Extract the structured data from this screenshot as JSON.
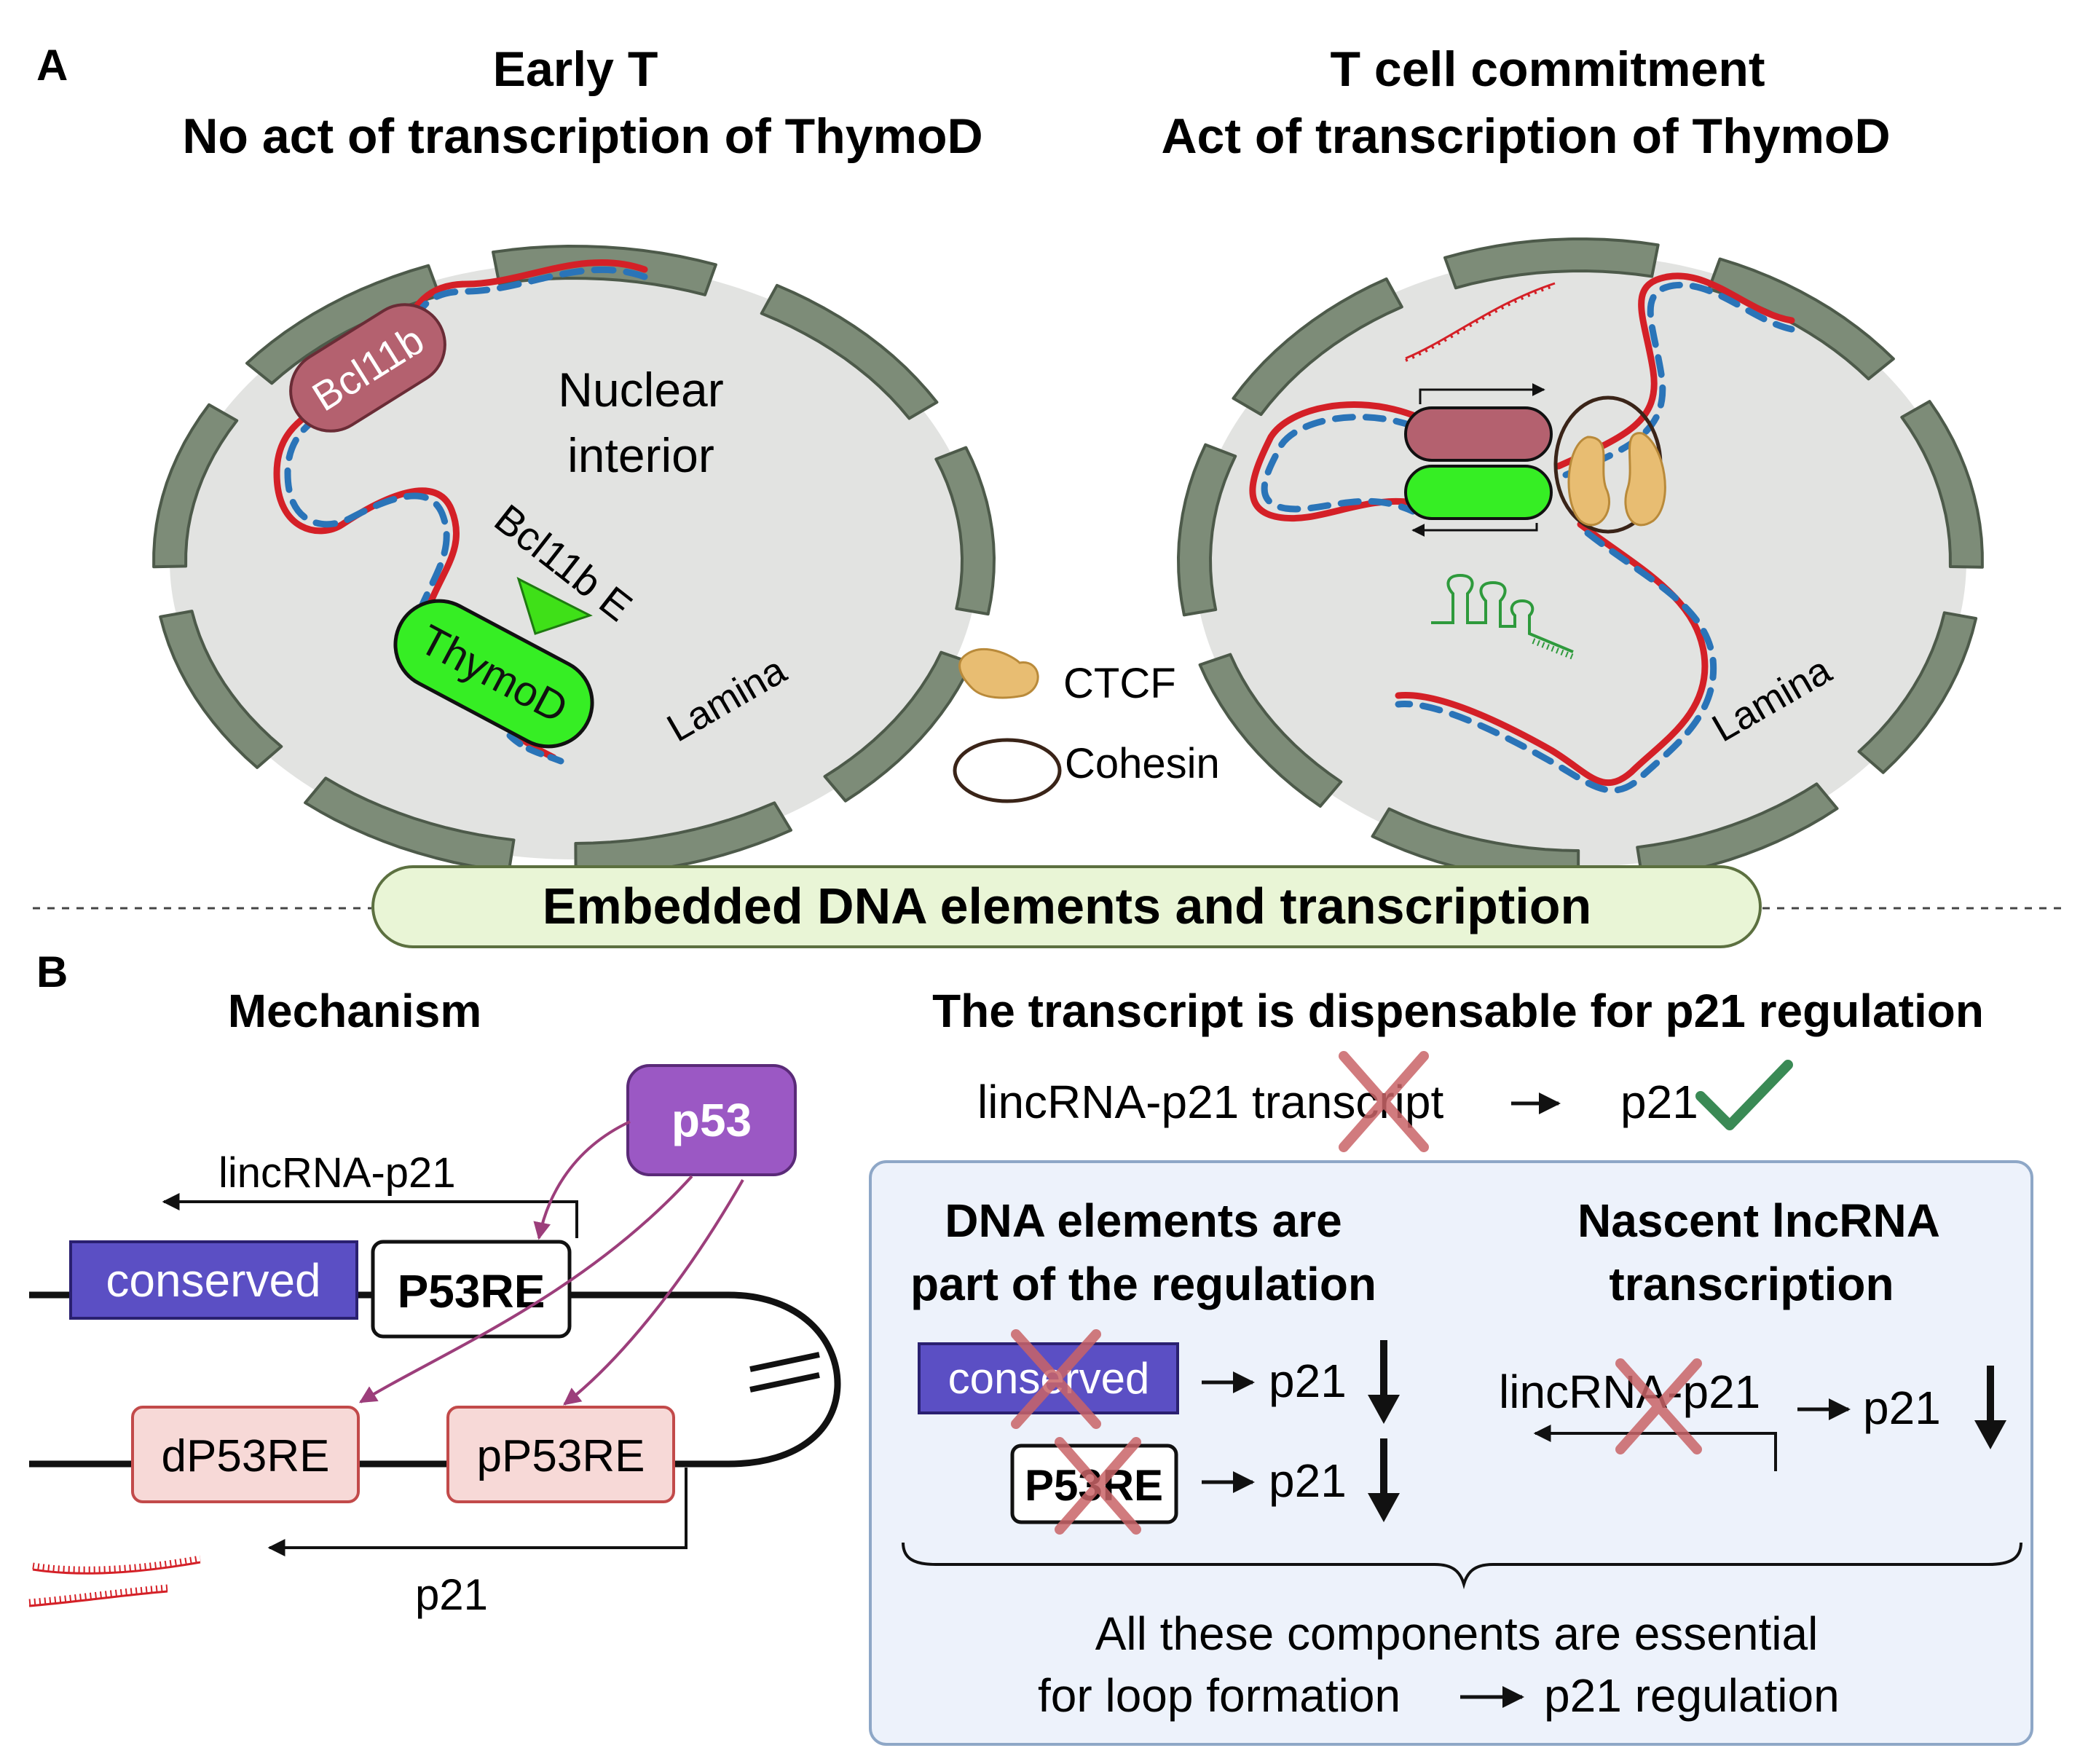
{
  "panel_a": {
    "label": "A",
    "left_title_1": "Early T",
    "left_title_2": "No act of transcription of ThymoD",
    "right_title_1": "T cell commitment",
    "right_title_2": "Act of transcription of ThymoD",
    "bcl11b": "Bcl11b",
    "nuclear_1": "Nuclear",
    "nuclear_2": "interior",
    "bcl11b_e": "Bcl11b E",
    "thymod": "ThymoD",
    "lamina_left": "Lamina",
    "lamina_right": "Lamina",
    "legend_ctcf": "CTCF",
    "legend_cohesin": "Cohesin"
  },
  "banner": "Embedded DNA elements and transcription",
  "panel_b": {
    "label": "B",
    "mechanism_title": "Mechanism",
    "p53": "p53",
    "lincrna": "lincRNA-p21",
    "conserved": "conserved",
    "p53re": "P53RE",
    "dp53re": "dP53RE",
    "pp53re": "pP53RE",
    "p21": "p21",
    "dispensable_title": "The transcript is dispensable for p21 regulation",
    "lincrna_transcript": "lincRNA-p21 transcript",
    "p21_ok": "p21",
    "box": {
      "dna_title_1": "DNA elements are",
      "dna_title_2": "part of the regulation",
      "nascent_title_1": "Nascent lncRNA",
      "nascent_title_2": "transcription",
      "conserved": "conserved",
      "p53re": "P53RE",
      "p21_a": "p21",
      "p21_b": "p21",
      "lincrna": "lincRNA-p21",
      "p21_c": "p21",
      "summary_1": "All these components are essential",
      "summary_2a": "for loop formation",
      "summary_2b": "p21 regulation"
    }
  },
  "colors": {
    "lamina": "#7d8c78",
    "nucleus": "#e2e3e1",
    "bcl11b": "#b4616f",
    "thymod": "#36ee24",
    "dna_red": "#d42027",
    "dna_blue": "#2a74b8",
    "ctcf": "#e8bd72",
    "p53": "#9b58c4",
    "conserved": "#5b4fc4",
    "re_fill": "#f7d9d7",
    "cross": "#c96468",
    "check": "#3a8a55",
    "banner_fill": "#e9f5d6",
    "box_fill": "#edf2fb"
  }
}
